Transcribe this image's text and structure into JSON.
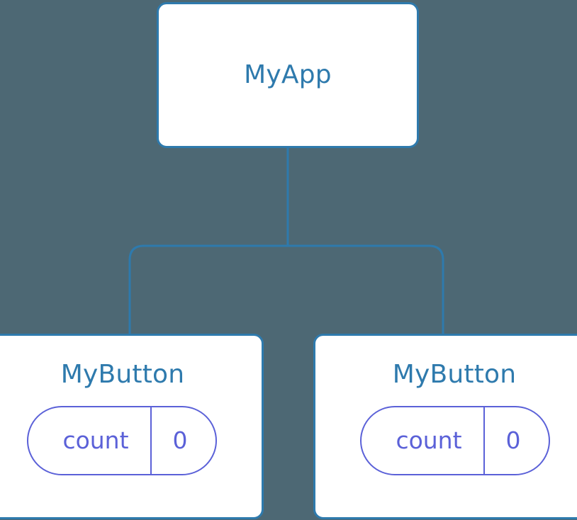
{
  "diagram": {
    "type": "component-tree",
    "background_color": "#4d6874",
    "node_border_color": "#2e7aad",
    "node_title_color": "#2e7aad",
    "node_fill_color": "#ffffff",
    "connector_color": "#2e7aad",
    "state_accent_color": "#5b61d8"
  },
  "root": {
    "title": "MyApp"
  },
  "children": [
    {
      "title": "MyButton",
      "state": {
        "key": "count",
        "value": "0"
      }
    },
    {
      "title": "MyButton",
      "state": {
        "key": "count",
        "value": "0"
      }
    }
  ]
}
